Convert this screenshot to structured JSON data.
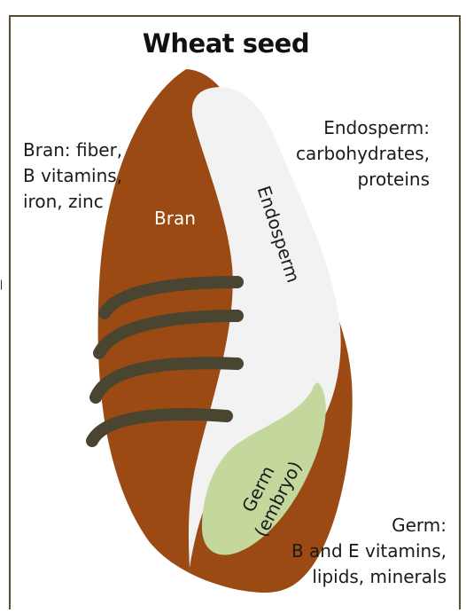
{
  "title": "Wheat seed",
  "labels": {
    "bran": "Bran",
    "endosperm": "Endosperm",
    "germ": "Germ\n(embryo)"
  },
  "annotations": {
    "bran": "Bran: fiber,\nB vitamins,\niron, zinc",
    "endosperm": "Endosperm:\ncarbohydrates,\nproteins",
    "germ": "Germ:\nB and E vitamins,\nlipids, minerals"
  },
  "colors": {
    "bran": "#9c4a14",
    "endosperm": "#f2f2f2",
    "germ": "#c4d79c",
    "hair": "#4a4530",
    "frame": "#5a5030"
  }
}
